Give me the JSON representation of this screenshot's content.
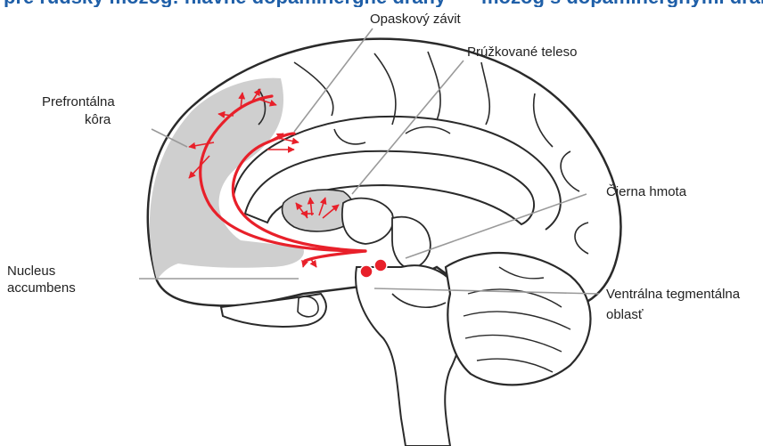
{
  "header": {
    "title_left": "pre ľudský mozog: hlavné dopamínergné dráhy",
    "title_right": "mozog s dopamínergnými dráhami"
  },
  "labels": {
    "cingulate": "Opaskový závit",
    "corpus_callosum": "Prúžkované teleso",
    "prefrontal_line1": "Prefrontálna",
    "prefrontal_line2": "kôra",
    "substantia_nigra": "Čierna hmota",
    "accumbens_line1": "Nucleus",
    "accumbens_line2": "accumbens",
    "vta_line1": "Ventrálna tegmentálna",
    "vta_line2": "oblasť"
  },
  "colors": {
    "pathway": "#e8202a",
    "region_fill": "#cfcfcf",
    "outline": "#2a2a2a",
    "leader_line": "#9a9a9a",
    "title": "#1f5fa8"
  }
}
